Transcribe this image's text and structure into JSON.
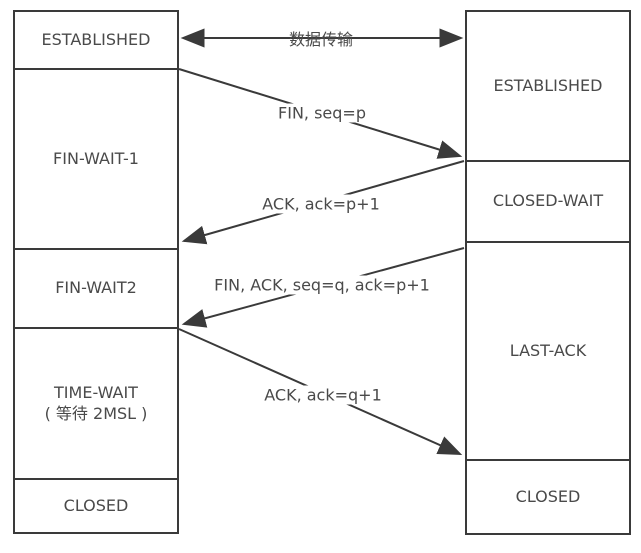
{
  "colors": {
    "line": "#3a3a3a",
    "text": "#4a4a4a",
    "background": "#ffffff"
  },
  "left_column": {
    "states": [
      {
        "label": "ESTABLISHED"
      },
      {
        "label": "FIN-WAIT-1"
      },
      {
        "label": "FIN-WAIT2"
      },
      {
        "label": "TIME-WAIT",
        "sublabel": "( 等待 2MSL )"
      },
      {
        "label": "CLOSED"
      }
    ]
  },
  "right_column": {
    "states": [
      {
        "label": "ESTABLISHED"
      },
      {
        "label": "CLOSED-WAIT"
      },
      {
        "label": "LAST-ACK"
      },
      {
        "label": "CLOSED"
      }
    ]
  },
  "messages": [
    {
      "label": "数据传输",
      "direction": "both"
    },
    {
      "label": "FIN, seq=p",
      "direction": "left-to-right"
    },
    {
      "label": "ACK, ack=p+1",
      "direction": "right-to-left"
    },
    {
      "label": "FIN, ACK, seq=q, ack=p+1",
      "direction": "right-to-left"
    },
    {
      "label": "ACK, ack=q+1",
      "direction": "left-to-right"
    }
  ]
}
